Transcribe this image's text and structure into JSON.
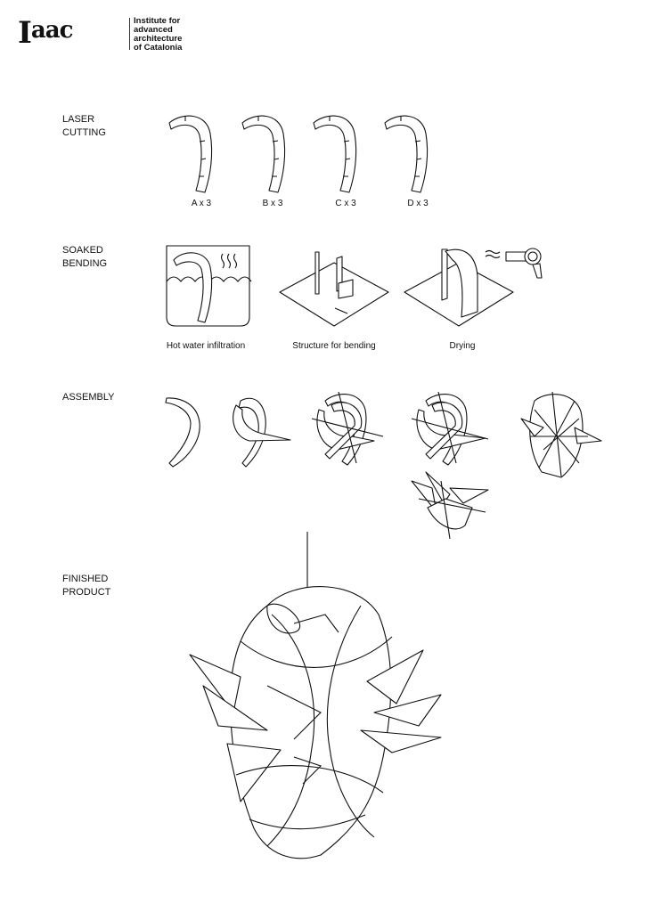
{
  "logo": {
    "mark": "Iaac",
    "lines": [
      "Institute for",
      "advanced",
      "architecture",
      "of Catalonia"
    ]
  },
  "sections": {
    "laser_cutting": {
      "label_lines": [
        "LASER",
        "CUTTING"
      ],
      "pieces": [
        "A x 3",
        "B x 3",
        "C x 3",
        "D x 3"
      ]
    },
    "soaked_bending": {
      "label_lines": [
        "SOAKED",
        "BENDING"
      ],
      "steps": [
        "Hot water infiltration",
        "Structure for bending",
        "Drying"
      ]
    },
    "assembly": {
      "label": "ASSEMBLY"
    },
    "finished_product": {
      "label_lines": [
        "FINISHED",
        "PRODUCT"
      ]
    }
  }
}
